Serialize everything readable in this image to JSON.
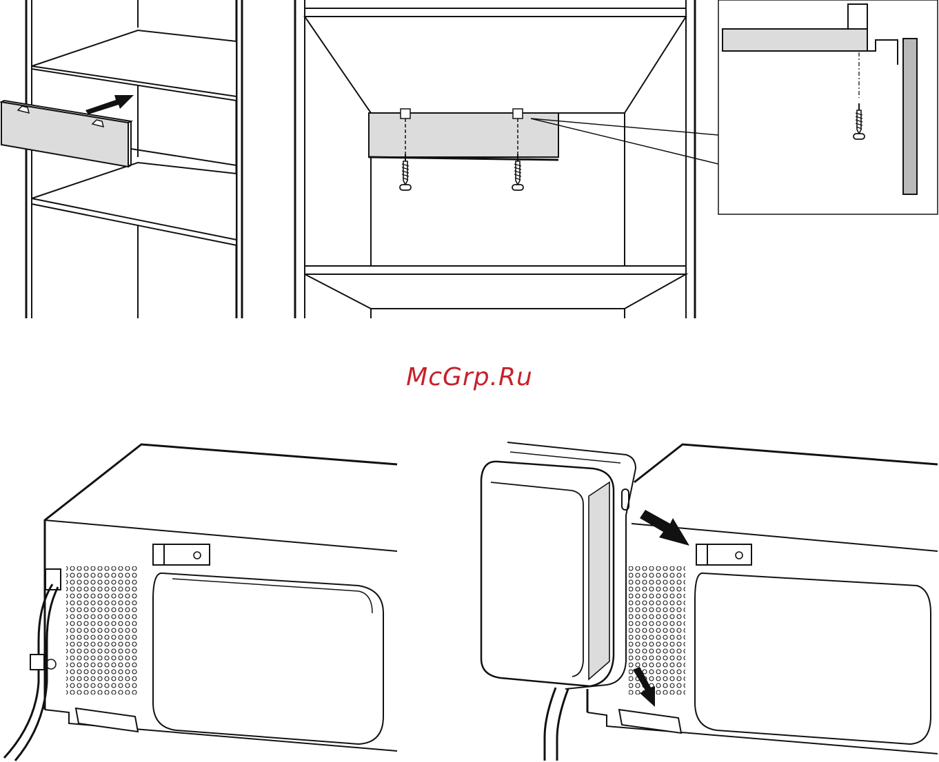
{
  "watermark": "McGrp.Ru",
  "colors": {
    "line": "#111111",
    "panel_fill": "#dcdcdc",
    "bracket_fill": "#b9b9b9",
    "watermark": "#c8202a",
    "background": "#ffffff"
  },
  "figures": [
    {
      "name": "panel-insertion-into-shelf",
      "arrow": "arrow-icon"
    },
    {
      "name": "panel-screwed-under-shelf",
      "detail": "magnified-bracket-callout"
    },
    {
      "name": "unit-rear-with-cable",
      "icon": "vent-holes"
    },
    {
      "name": "adapter-mounting-on-unit-rear",
      "arrows": [
        "arrow-icon",
        "arrow-icon"
      ]
    }
  ]
}
